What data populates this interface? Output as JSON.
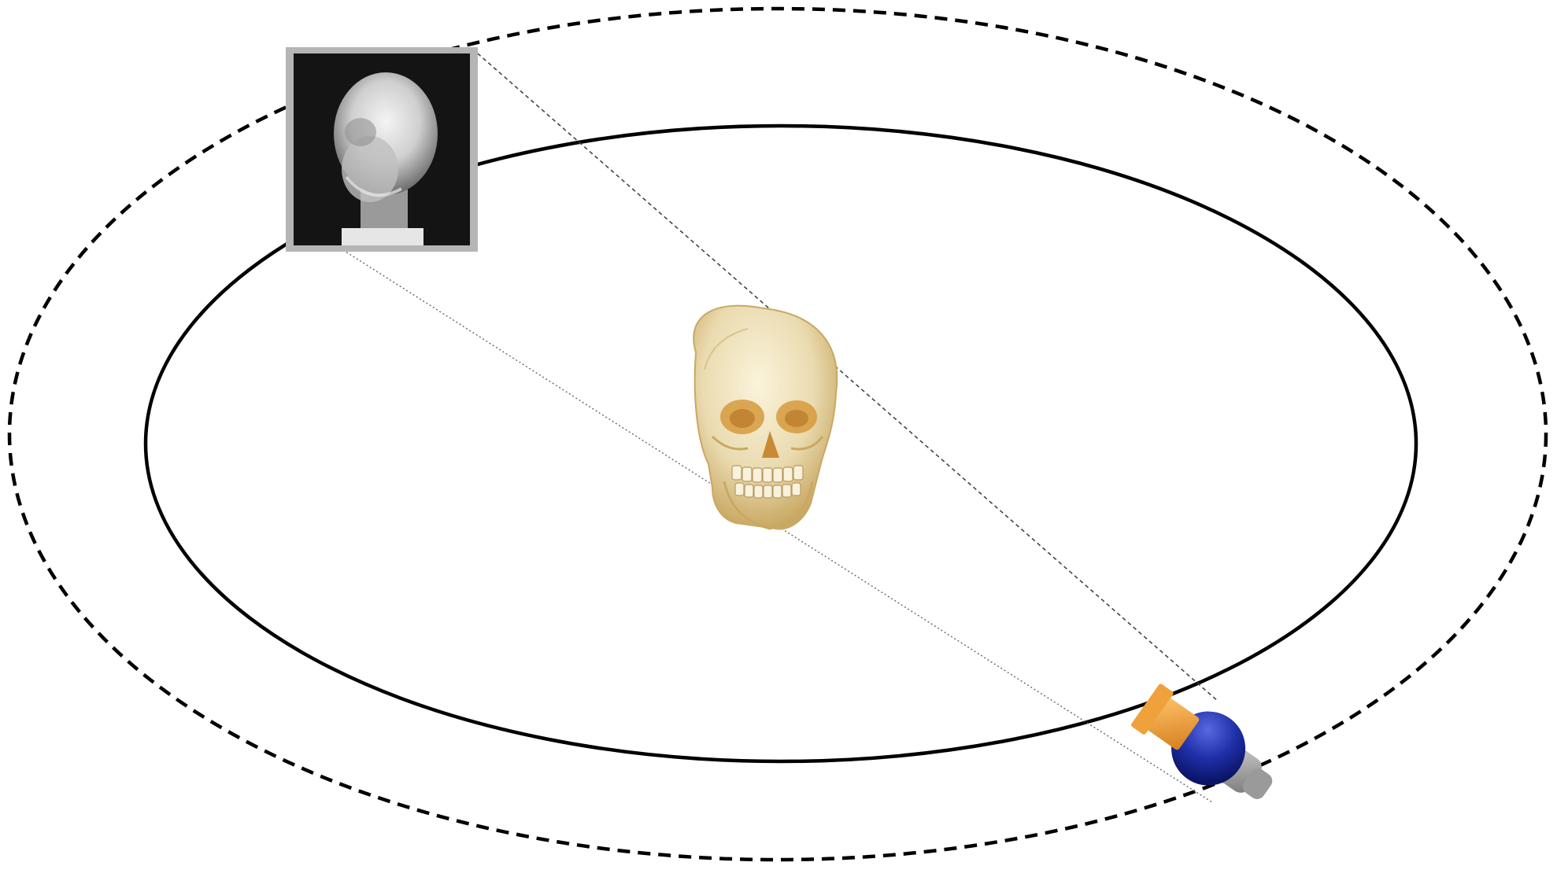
{
  "diagram": {
    "orbits": [
      {
        "name": "detector-orbit",
        "style": "dashed",
        "color": "#000000"
      },
      {
        "name": "source-orbit",
        "style": "solid",
        "color": "#000000"
      }
    ],
    "subject": {
      "icon": "skull-icon",
      "bone_color": "#eadbb0",
      "shadow_color": "#c9a863"
    },
    "detector": {
      "icon": "xray-detector-icon",
      "frame_color": "#b5b5b5",
      "screen_color": "#141414"
    },
    "source": {
      "icon": "xray-source-icon",
      "tube_color": "#1f2fa8",
      "collimator_color": "#f0a13c",
      "housing_color": "#9a9a9a"
    },
    "beam": {
      "style": "dotted",
      "color": "#444444"
    }
  }
}
